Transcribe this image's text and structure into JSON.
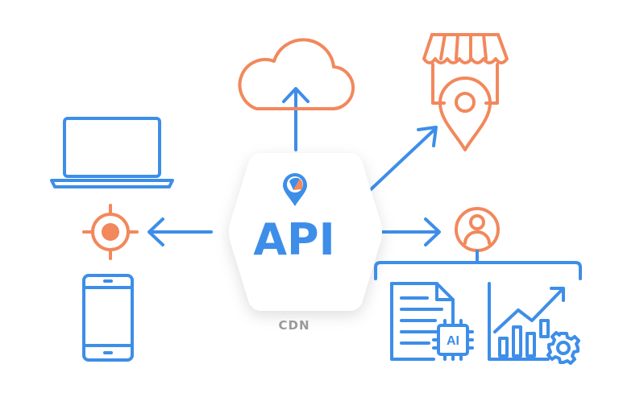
{
  "diagram": {
    "center_label": "API",
    "sub_label": "CDN",
    "chip_label": "AI",
    "icons": [
      "cloud-icon",
      "store-location-icon",
      "laptop-icon",
      "target-icon",
      "smartphone-icon",
      "user-icon",
      "ai-document-icon",
      "growth-chart-gear-icon",
      "location-pin-icon"
    ]
  },
  "colors": {
    "blue": "#3d8ee8",
    "orange": "#f2885b",
    "hex_fill": "#ffffff",
    "sub_label": "#9a9a9a"
  }
}
